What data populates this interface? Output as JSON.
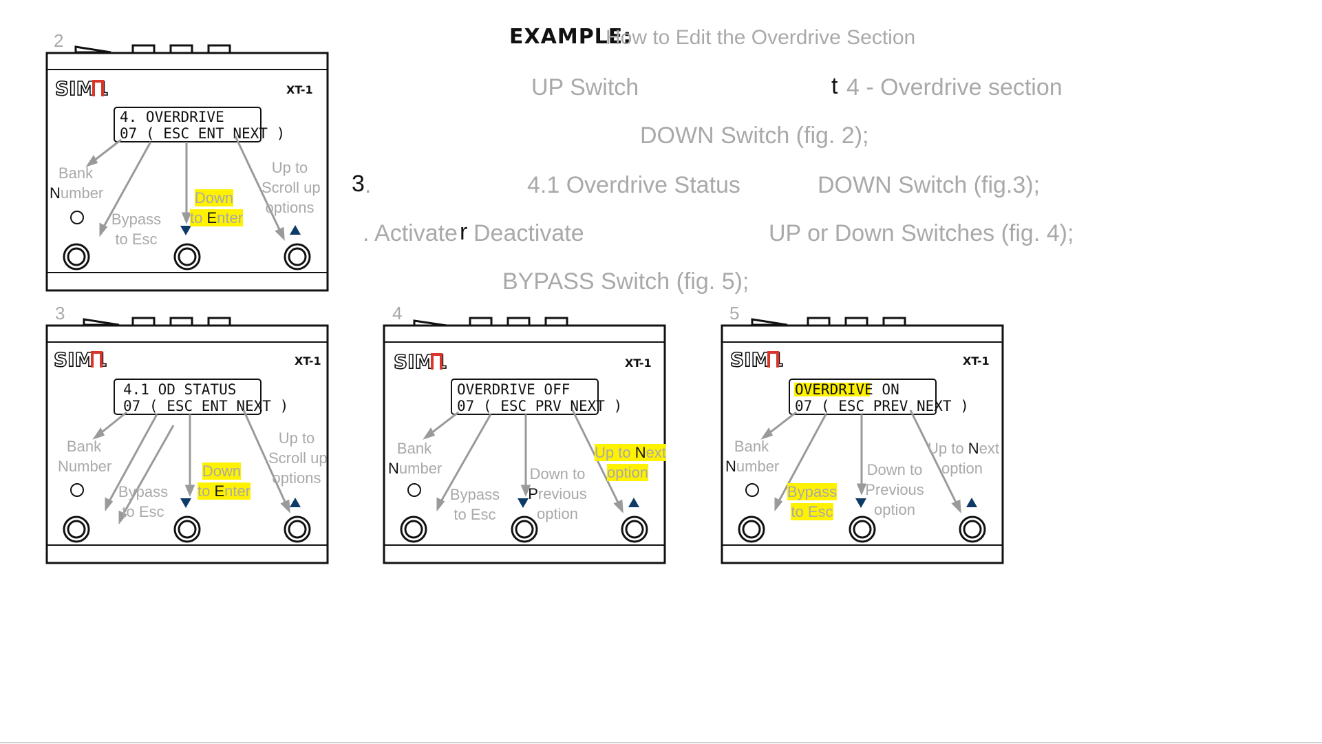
{
  "example": {
    "heading": "EXAMPLE:",
    "title": "How to Edit the Overdrive Section"
  },
  "instructions": {
    "l1_a": "UP Switch",
    "l1_b": "t",
    "l1_c": "4 - Overdrive section",
    "l2": "DOWN Switch (fig. 2);",
    "l3_num": "3",
    "l3_dot": ".",
    "l3_b": "4.1 Overdrive Status",
    "l3_c": "DOWN Switch (fig.3);",
    "l4_a": ". Activate",
    "l4_b": "r",
    "l4_c": "Deactivate",
    "l4_d": "UP or Down Switches (fig. 4);",
    "l5": "BYPASS Switch (fig. 5);"
  },
  "pedal": {
    "brand": "SIM1",
    "model": "XT-1"
  },
  "figures": [
    {
      "number": "2",
      "lcd_line1": "4. OVERDRIVE",
      "lcd_line2": "07 ( ESC   ENT   NEXT )",
      "labels": {
        "bank_a": "Bank",
        "bank_b_first": "N",
        "bank_b_rest": "umber",
        "bypass_a": "Bypass",
        "bypass_b": "to Esc",
        "down_a": "Down",
        "down_b_pre": "to ",
        "down_b_key": "E",
        "down_b_rest": "nter",
        "up_a": "Up to",
        "up_b": "Scroll up",
        "up_c": "options"
      }
    },
    {
      "number": "3",
      "lcd_line1": "4.1  OD STATUS",
      "lcd_line2": "07 ( ESC   ENT   NEXT )",
      "labels": {
        "bank_a": "Bank",
        "bank_b": "Number",
        "bypass_a": "Bypass",
        "bypass_b": "to Esc",
        "down_a": "Down",
        "down_b_pre": "to ",
        "down_b_key": "E",
        "down_b_rest": "nter",
        "up_a": "Up to",
        "up_b": "Scroll up",
        "up_c": "options"
      }
    },
    {
      "number": "4",
      "lcd_line1": "OVERDRIVE OFF",
      "lcd_line2": "07 ( ESC   PRV   NEXT )",
      "labels": {
        "bank_a": "Bank",
        "bank_b_first": "N",
        "bank_b_rest": "umber",
        "bypass_a": "Bypass",
        "bypass_b": "to Esc",
        "down_a": "Down to",
        "down_b_first": "P",
        "down_b_rest": "revious",
        "down_c": "option",
        "up_a_pre": "Up to ",
        "up_a_key": "N",
        "up_a_rest": "ext",
        "up_b": "option"
      }
    },
    {
      "number": "5",
      "lcd_line1": "OVERDRIVE ON",
      "lcd_line2": "07 ( ESC   PREV   NEXT )",
      "labels": {
        "bank_a": "Bank",
        "bank_b_first": "N",
        "bank_b_rest": "umber",
        "bypass_a": "Bypass",
        "bypass_b": "to Esc",
        "down_a": "Down to",
        "down_b": "Previous",
        "down_c": "option",
        "up_a_pre": "Up to ",
        "up_a_key": "N",
        "up_a_rest": "ext",
        "up_b": "option"
      }
    }
  ],
  "colors": {
    "highlight": "#fff200",
    "logo_accent": "#d9362b",
    "text_grey": "#a9a9a9",
    "arrow_grey": "#9a9a9a",
    "led_arrow": "#0d3a66"
  }
}
